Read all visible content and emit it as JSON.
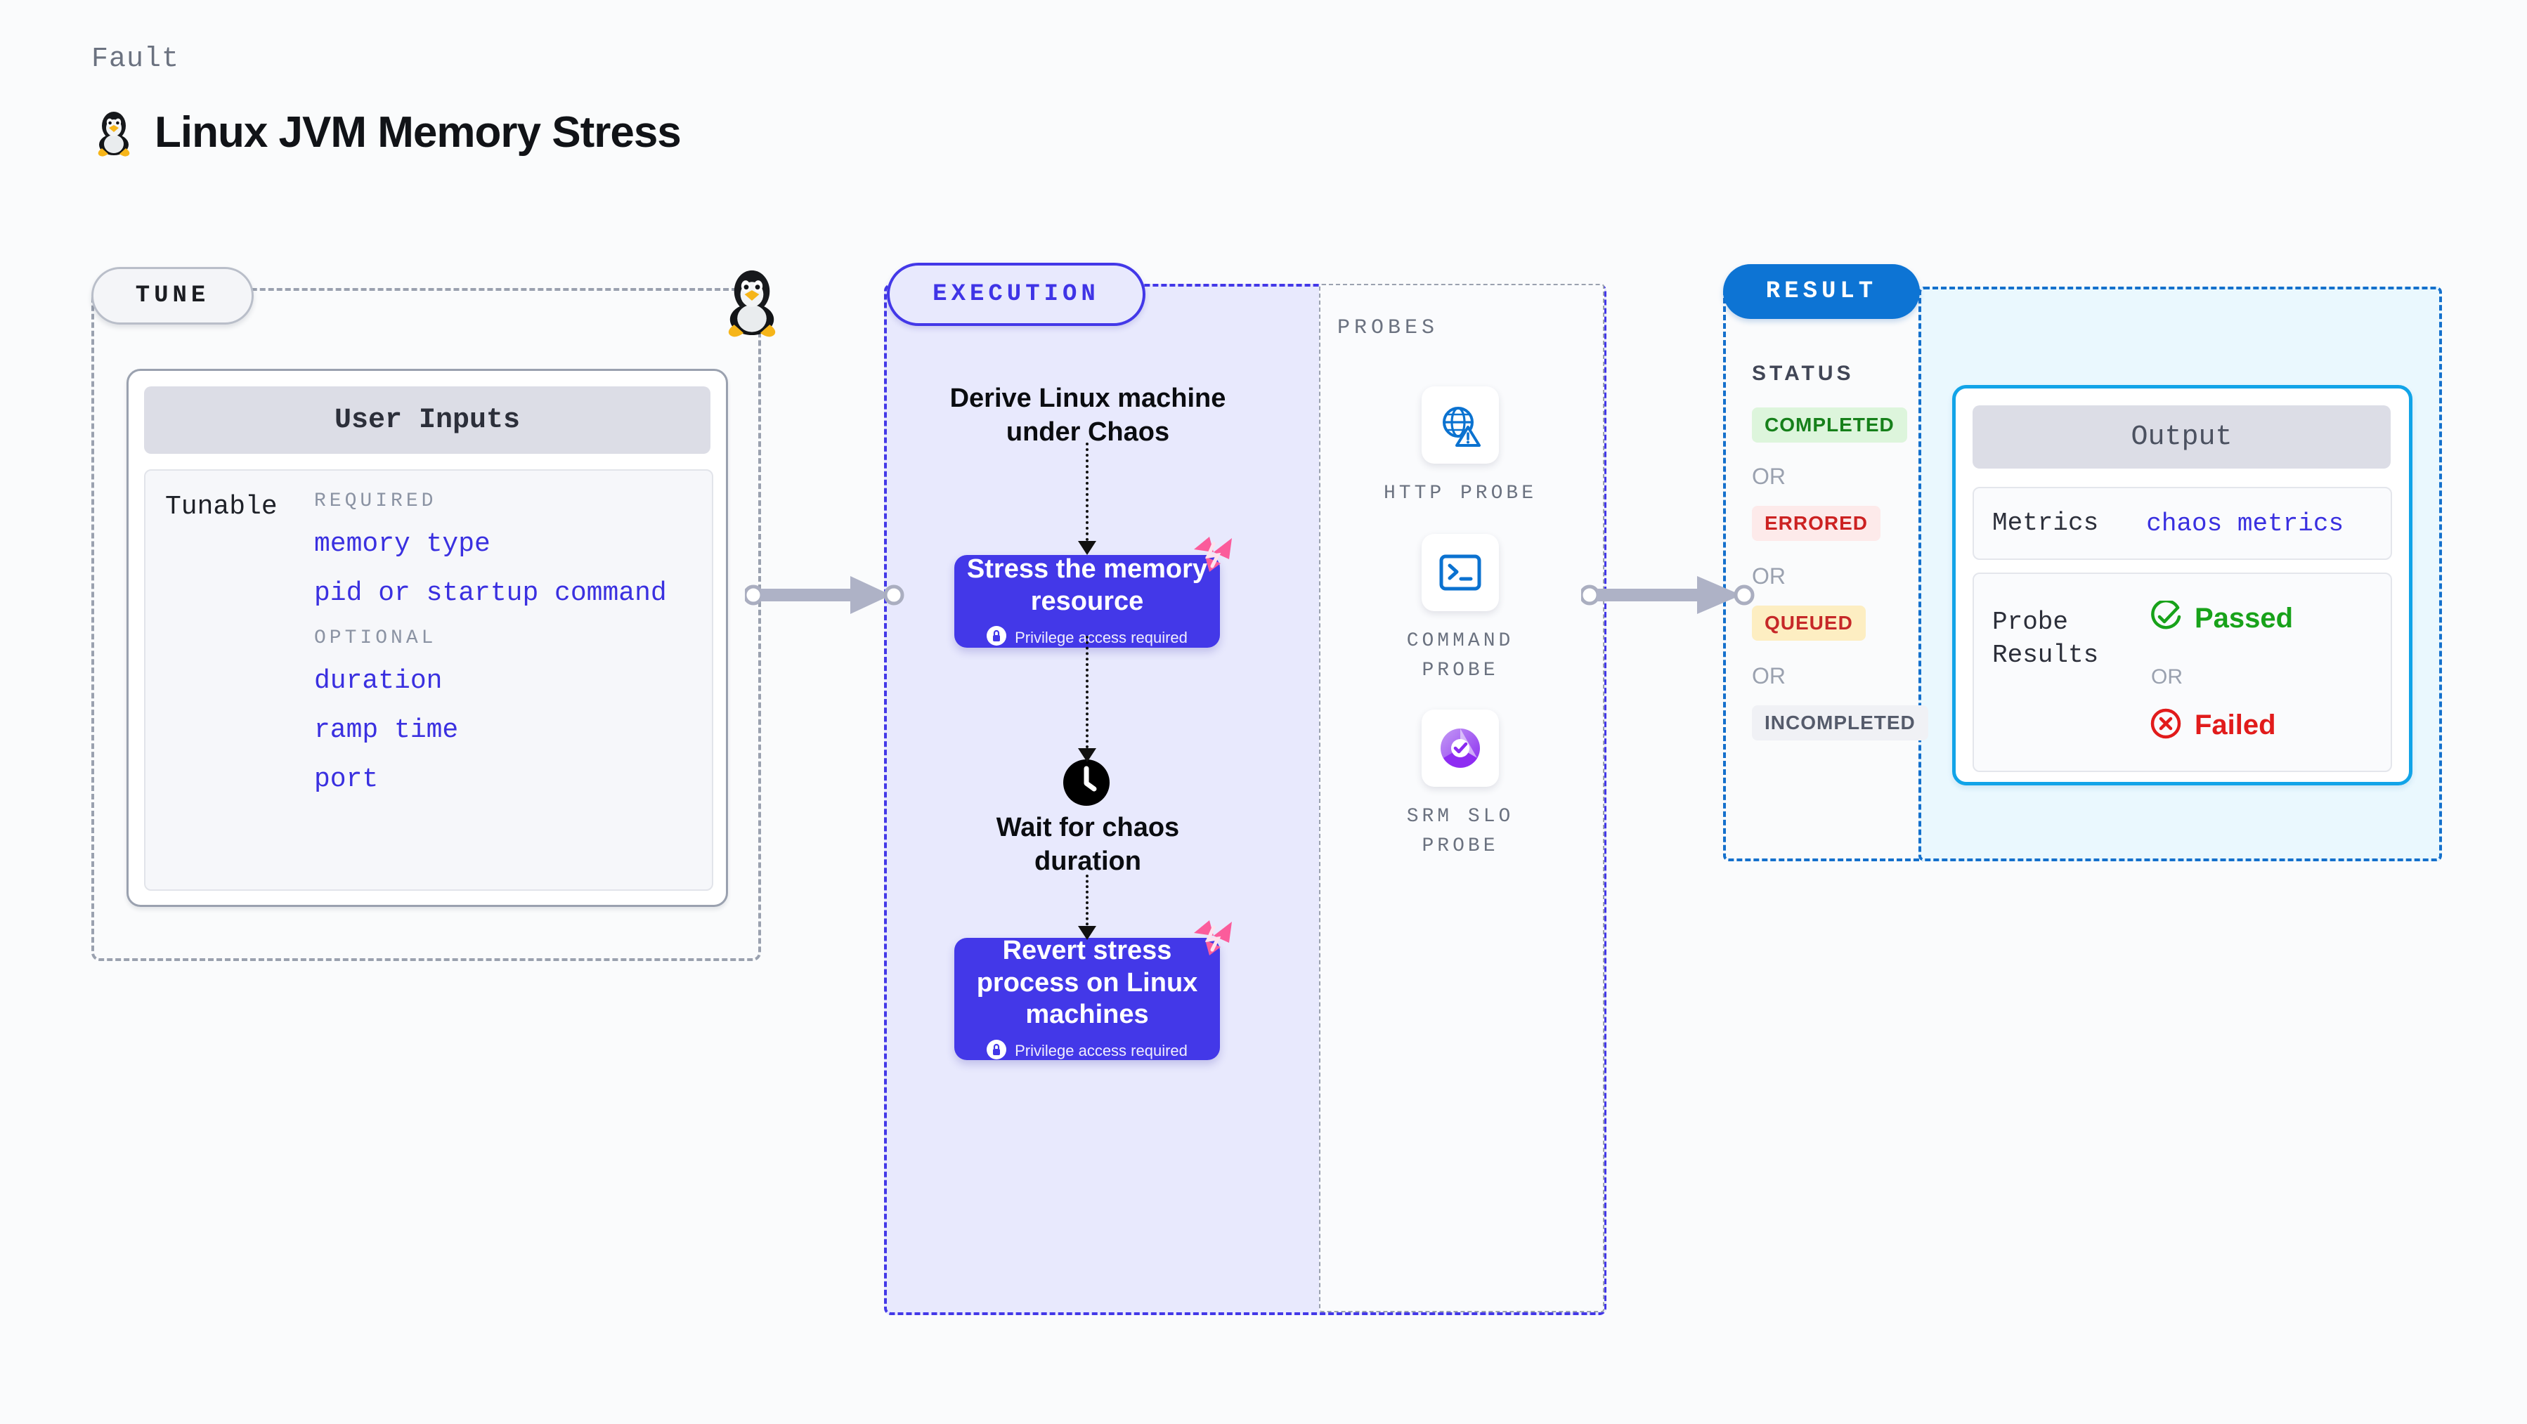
{
  "header": {
    "kicker": "Fault",
    "title": "Linux JVM Memory Stress",
    "icon": "tux-penguin-icon"
  },
  "tune": {
    "pill_label": "TUNE",
    "card_title": "User Inputs",
    "tunable_label": "Tunable",
    "required_label": "REQUIRED",
    "optional_label": "OPTIONAL",
    "required_params": [
      "memory type",
      "pid or startup command"
    ],
    "optional_params": [
      "duration",
      "ramp time",
      "port"
    ],
    "border_color": "#9aa1af"
  },
  "execution": {
    "pill_label": "EXECUTION",
    "accent_color": "#4338e8",
    "background": "#e8e9fd",
    "steps": [
      {
        "type": "text",
        "label": "Derive Linux machine under Chaos"
      },
      {
        "type": "node",
        "label": "Stress the memory resource",
        "privilege_note": "Privilege access required",
        "has_fault_ribbon": true
      },
      {
        "type": "text",
        "label": "Wait for chaos duration",
        "icon": "clock-icon"
      },
      {
        "type": "node",
        "label": "Revert stress process on Linux machines",
        "privilege_note": "Privilege access required",
        "has_fault_ribbon": true
      }
    ],
    "derive_text": "Derive Linux machine under Chaos",
    "wait_text": "Wait for chaos duration",
    "stress_title": "Stress the memory resource",
    "stress_note": "Privilege access required",
    "revert_title": "Revert stress process on Linux machines",
    "revert_note": "Privilege access required"
  },
  "probes": {
    "section_label": "PROBES",
    "items": [
      {
        "name": "HTTP PROBE",
        "icon": "globe-warning-icon"
      },
      {
        "name": "COMMAND PROBE",
        "icon": "terminal-icon"
      },
      {
        "name": "SRM SLO PROBE",
        "icon": "srm-slo-donut-icon"
      }
    ]
  },
  "result": {
    "pill_label": "RESULT",
    "status_label": "STATUS",
    "or_label": "OR",
    "statuses": [
      {
        "label": "COMPLETED",
        "bg": "#ddf5dc",
        "fg": "#16801a"
      },
      {
        "label": "ERRORED",
        "bg": "#fdeaea",
        "fg": "#cc2222"
      },
      {
        "label": "QUEUED",
        "bg": "#fdeec2",
        "fg": "#c62828"
      },
      {
        "label": "INCOMPLETED",
        "bg": "#f0f1f5",
        "fg": "#555b6b"
      }
    ],
    "output": {
      "title": "Output",
      "metrics_key": "Metrics",
      "metrics_value": "chaos metrics",
      "probe_results_key": "Probe Results",
      "passed_label": "Passed",
      "failed_label": "Failed",
      "or_label": "OR"
    },
    "border_color": "#1470cc",
    "output_border_color": "#12a4e8"
  }
}
